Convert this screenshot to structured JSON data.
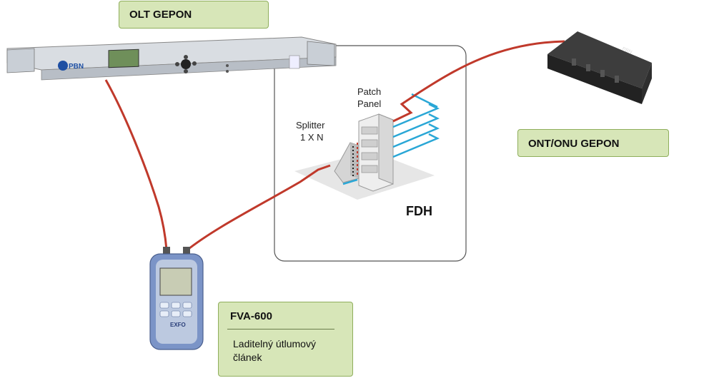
{
  "labels": {
    "olt": "OLT  GEPON",
    "ont": "ONT/ONU  GEPON",
    "fva_title": "FVA-600",
    "fva_desc": "Laditelný útlumový článek"
  },
  "fdh": {
    "title": "FDH",
    "splitter_line1": "Splitter",
    "splitter_line2": "1 X N",
    "patch_line1": "Patch",
    "patch_line2": "Panel"
  },
  "device_text": {
    "olt_brand": "PBN",
    "ont_brand": "PBN",
    "meter_brand": "EXFO"
  },
  "colors": {
    "label_fill": "#d7e6b8",
    "label_border": "#8fae5c",
    "fiber_red": "#c0392b",
    "fiber_blue": "#2aa7d6",
    "fdh_border": "#555555"
  }
}
